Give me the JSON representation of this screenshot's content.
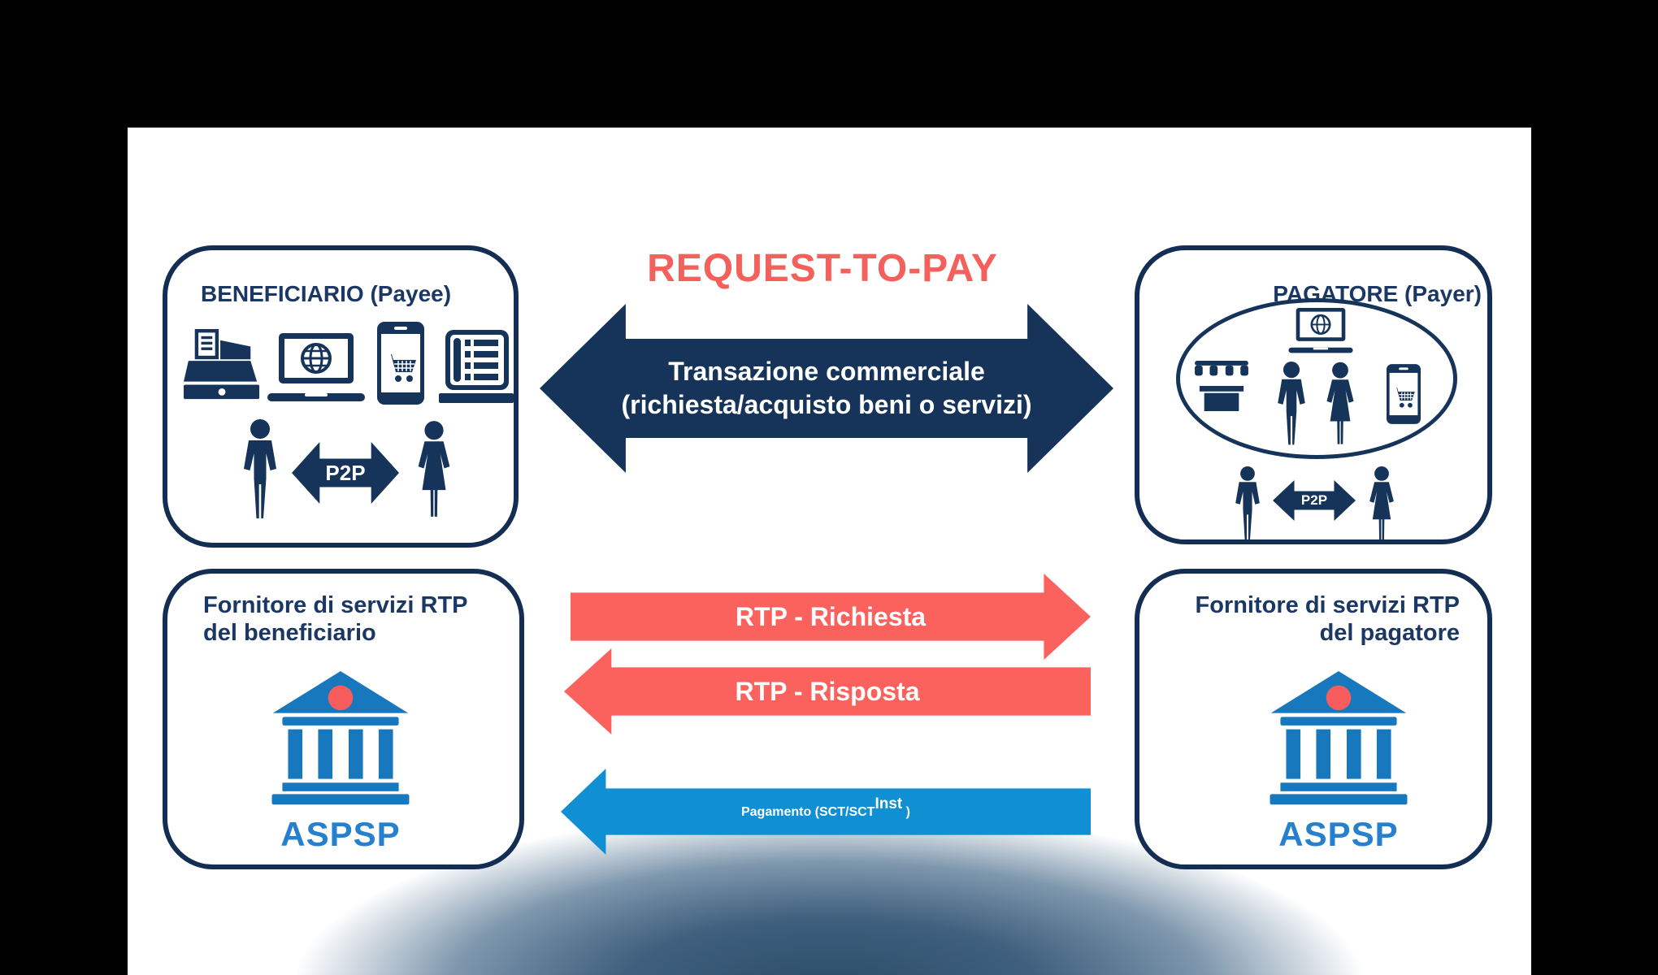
{
  "title": "REQUEST-TO-PAY",
  "payee_box": {
    "title": "BENEFICIARIO (Payee)",
    "p2p": "P2P",
    "icons": [
      "cash-register",
      "laptop-globe",
      "smartphone-cart",
      "receipt",
      "man",
      "woman"
    ]
  },
  "payer_box": {
    "title": "PAGATORE (Payer)",
    "p2p": "P2P",
    "icons": [
      "laptop-globe",
      "market-stall",
      "man",
      "woman",
      "smartphone-cart"
    ]
  },
  "payee_provider_box": {
    "title_line1": "Fornitore di servizi RTP",
    "title_line2": "del beneficiario",
    "bank_label": "ASPSP",
    "icons": [
      "bank"
    ]
  },
  "payer_provider_box": {
    "title_line1": "Fornitore di servizi RTP",
    "title_line2": "del pagatore",
    "bank_label": "ASPSP",
    "icons": [
      "bank"
    ]
  },
  "arrows": {
    "commercial_transaction": {
      "direction": "both",
      "line1": "Transazione commerciale",
      "line2": "(richiesta/acquisto beni o servizi)"
    },
    "rtp_request": {
      "direction": "right",
      "label": "RTP - Richiesta"
    },
    "rtp_response": {
      "direction": "left",
      "label": "RTP - Risposta"
    },
    "payment": {
      "direction": "left",
      "prefix": "Pagamento (SCT/SCT",
      "superscript": "Inst",
      "suffix": " )"
    }
  },
  "colors": {
    "navy": "#16345A",
    "salmon_arrow": "#FB625D",
    "title_salmon": "#F4605C",
    "payment_blue": "#1090D2",
    "bank_blue": "#1878BE",
    "aspsp_blue": "#2680CE",
    "pediment_dot_red": "#F75D5D"
  }
}
